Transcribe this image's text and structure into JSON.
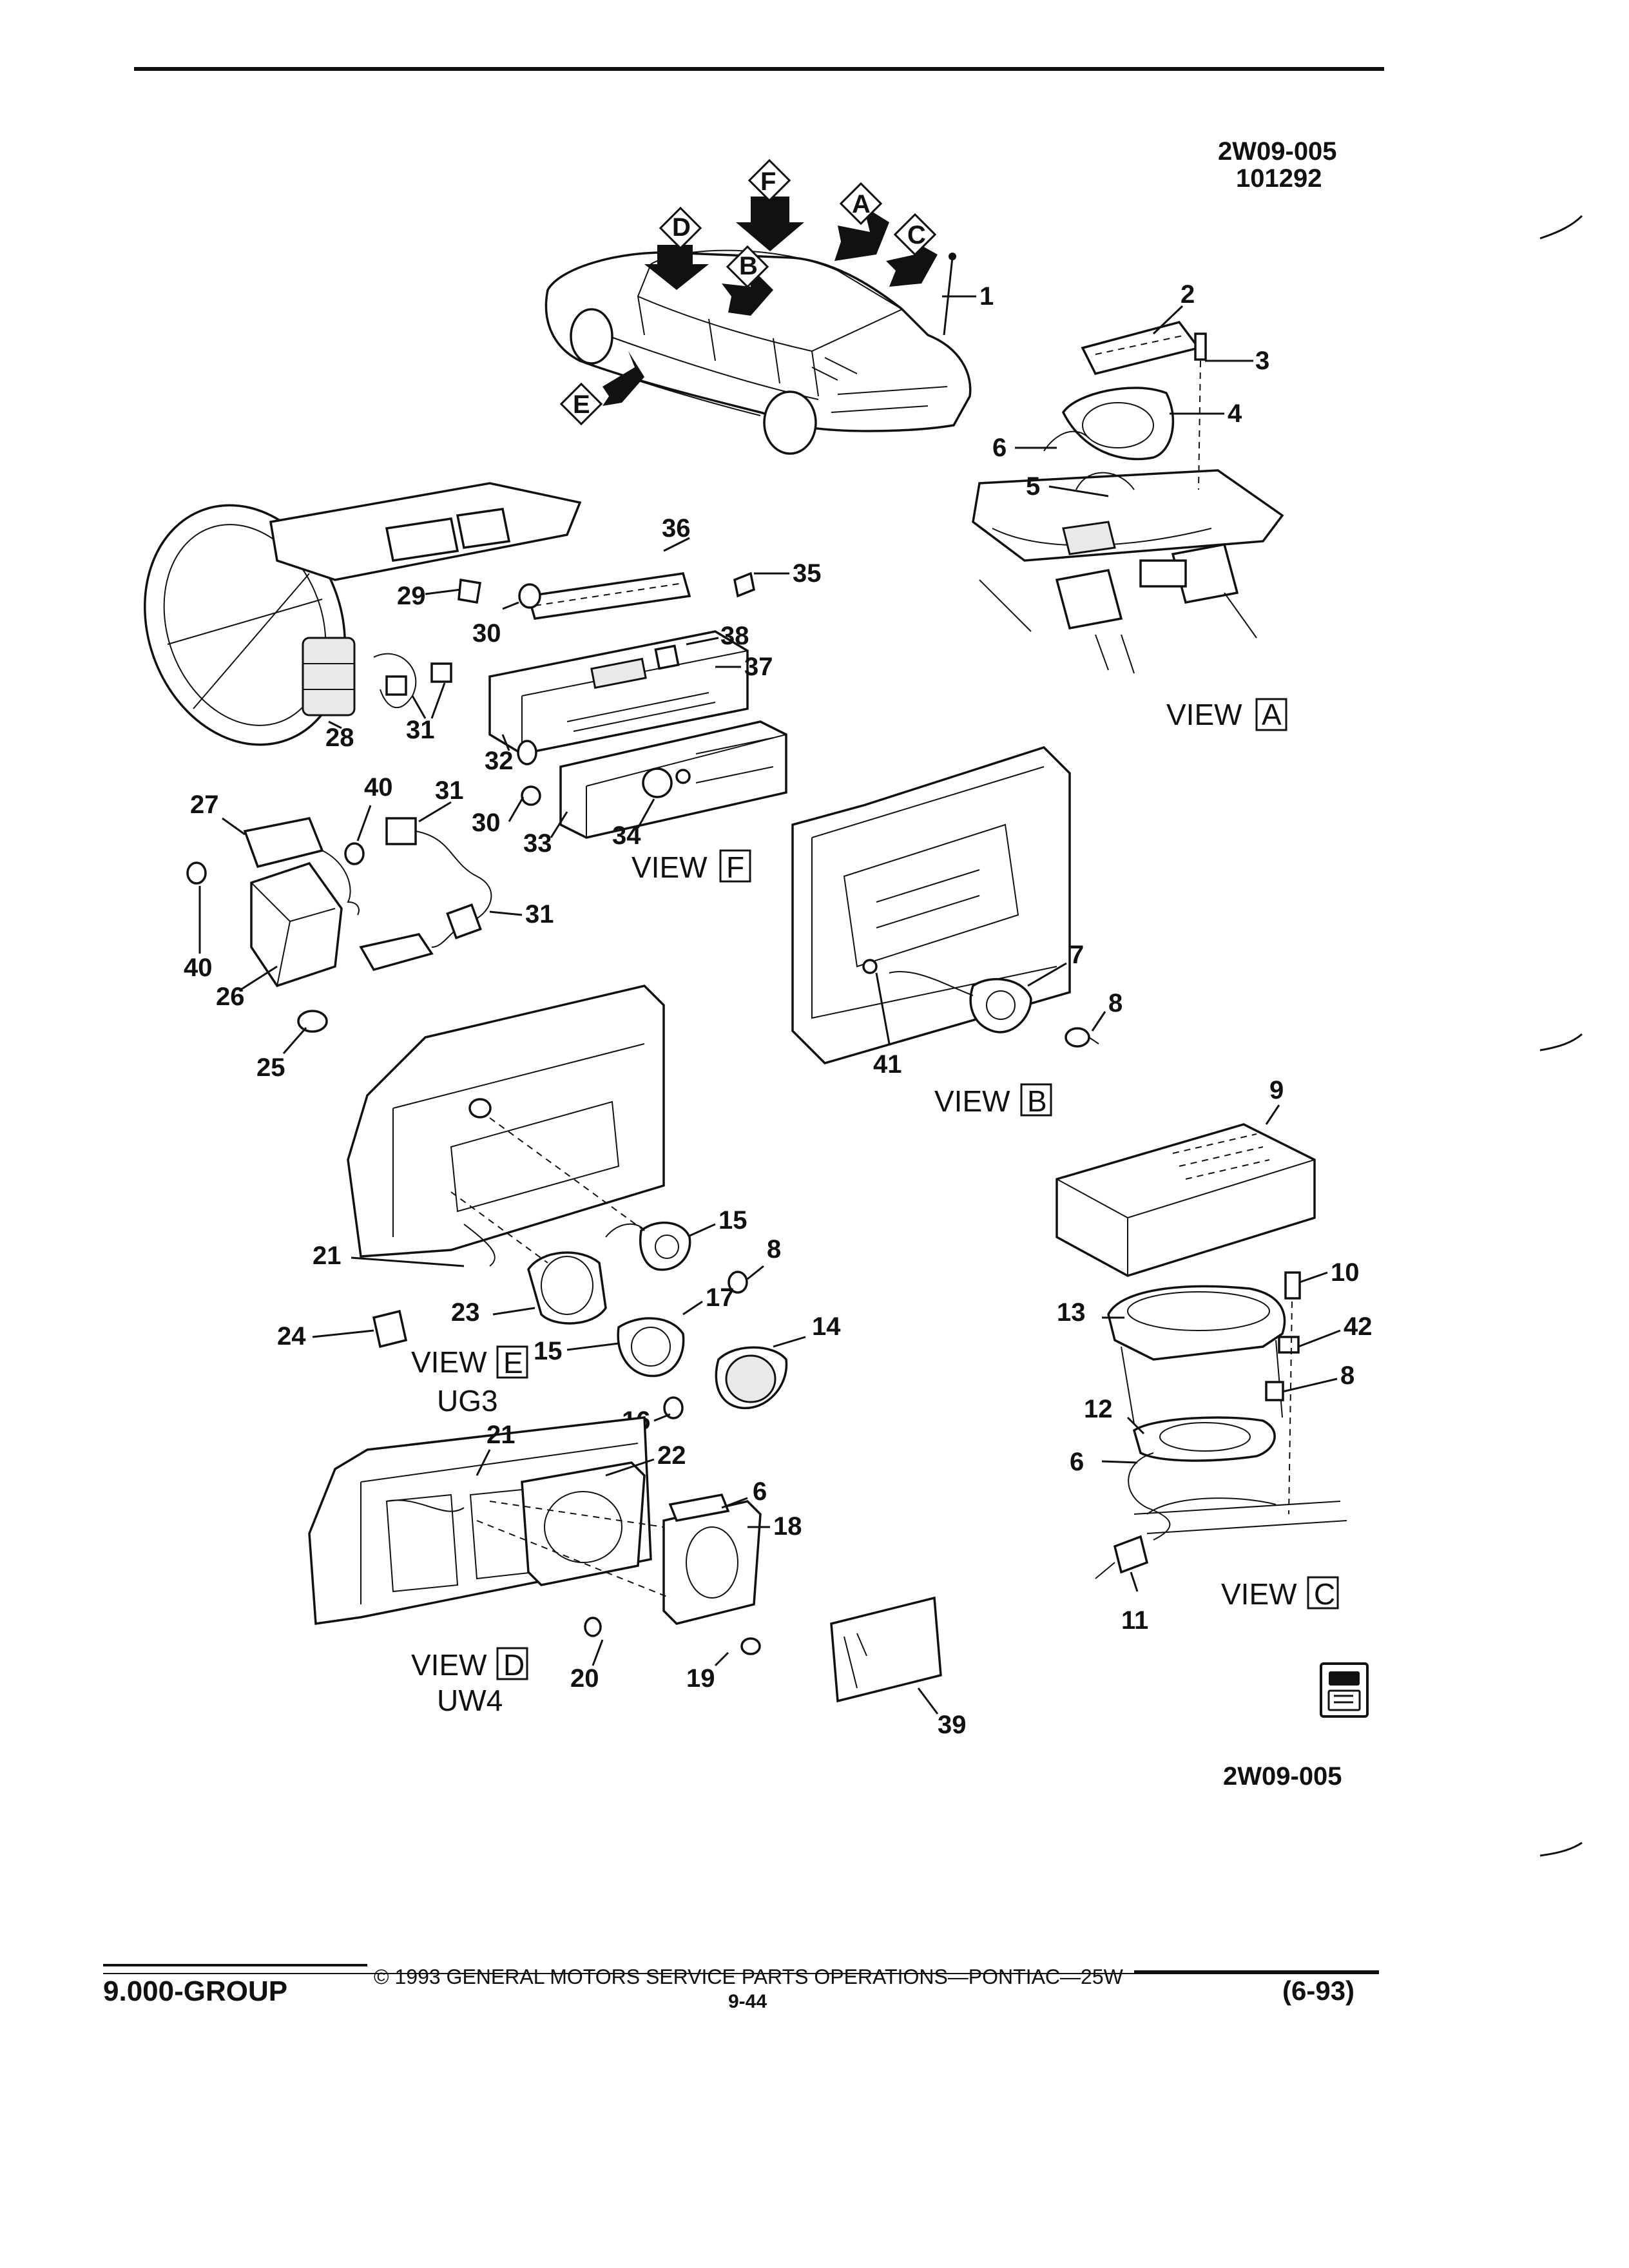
{
  "header": {
    "doc_id": "2W09-005",
    "doc_date": "101292"
  },
  "views": {
    "a": {
      "word": "VIEW",
      "letter": "A"
    },
    "b": {
      "word": "VIEW",
      "letter": "B"
    },
    "c": {
      "word": "VIEW",
      "letter": "C"
    },
    "d": {
      "word": "VIEW",
      "letter": "D",
      "option": "UW4"
    },
    "e": {
      "word": "VIEW",
      "letter": "E",
      "option": "UG3"
    },
    "f": {
      "word": "VIEW",
      "letter": "F"
    }
  },
  "car_arrows": [
    "F",
    "A",
    "D",
    "C",
    "B",
    "E"
  ],
  "callouts": {
    "c1": "1",
    "c2": "2",
    "c3": "3",
    "c4": "4",
    "c5": "5",
    "c6a": "6",
    "c36": "36",
    "c35": "35",
    "c29": "29",
    "c30a": "30",
    "c38": "38",
    "c37": "37",
    "c28": "28",
    "c31a": "31",
    "c32": "32",
    "c33": "33",
    "c34": "34",
    "c30b": "30",
    "c27": "27",
    "c40a": "40",
    "c31b": "31",
    "c31c": "31",
    "c40b": "40",
    "c26": "26",
    "c25": "25",
    "c7": "7",
    "c8a": "8",
    "c41": "41",
    "c9": "9",
    "c15a": "15",
    "c8b": "8",
    "c21a": "21",
    "c17": "17",
    "c14": "14",
    "c23": "23",
    "c24": "24",
    "c15b": "15",
    "c16": "16",
    "c10": "10",
    "c13": "13",
    "c42": "42",
    "c12": "12",
    "c8c": "8",
    "c6b": "6",
    "c11": "11",
    "c21b": "21",
    "c22": "22",
    "c6c": "6",
    "c18": "18",
    "c20": "20",
    "c19": "19",
    "c39": "39"
  },
  "diagram_id_bottom": "2W09-005",
  "footer": {
    "group": "9.000-GROUP",
    "copyright": "© 1993 GENERAL MOTORS SERVICE PARTS OPERATIONS—PONTIAC—25W",
    "page": "9-44",
    "date": "(6-93)"
  },
  "icons": [
    "parts-catalog-badge-icon"
  ]
}
